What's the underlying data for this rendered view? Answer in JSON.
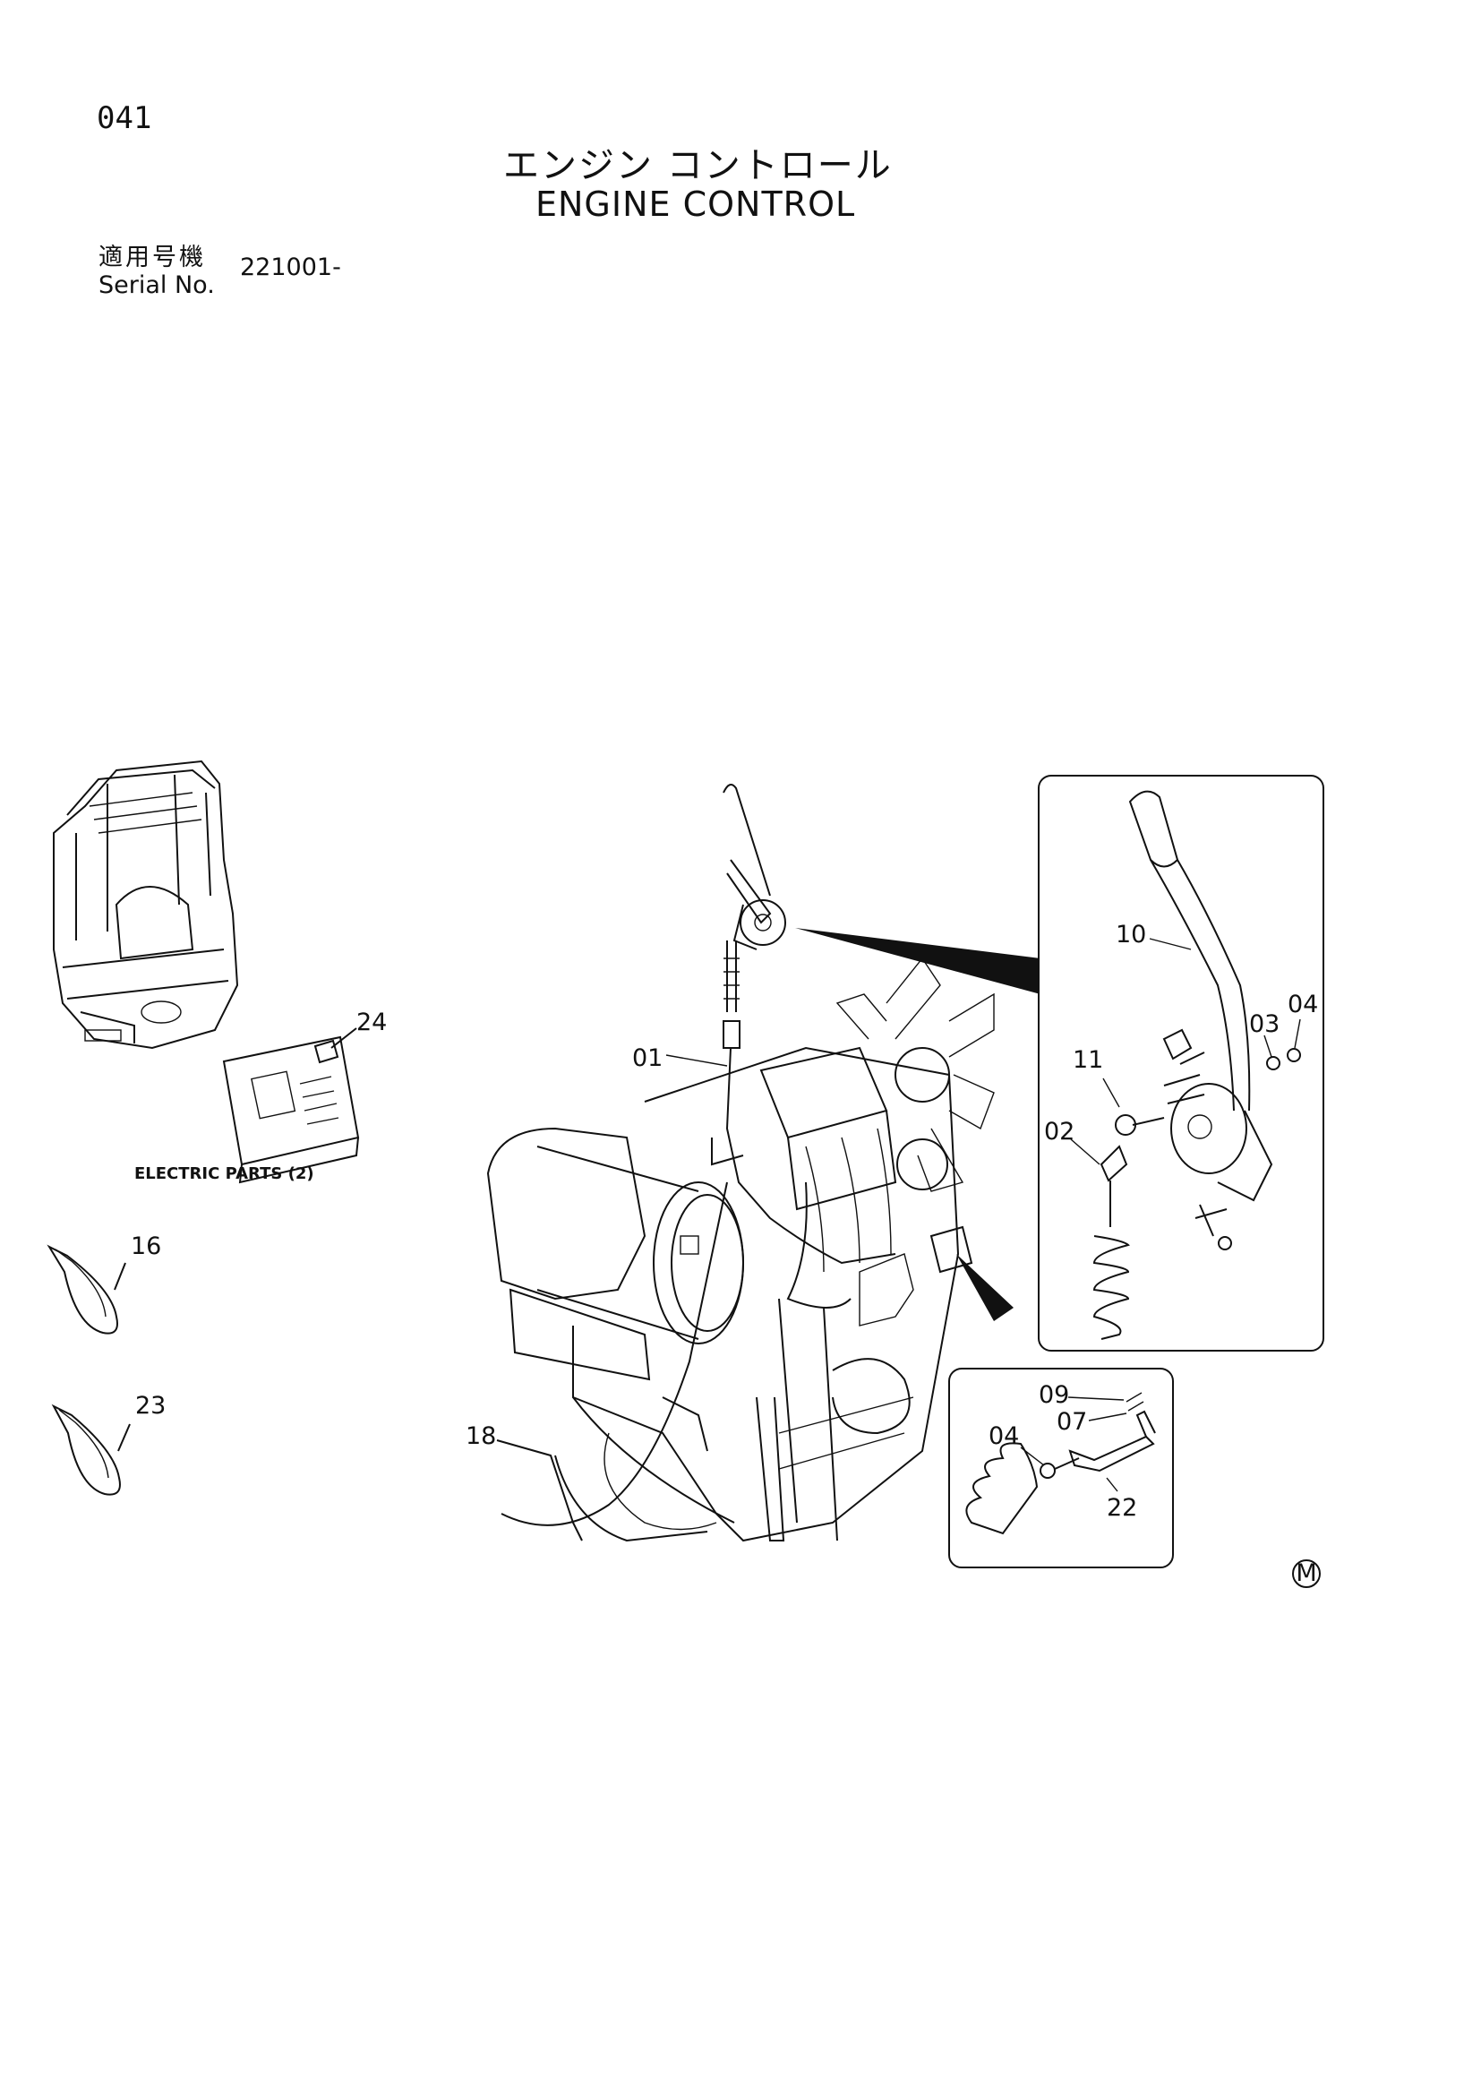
{
  "header": {
    "page_number": "041",
    "title_jp": "エンジン コントロール",
    "title_en": "ENGINE CONTROL",
    "serial_label_jp": "適用号機",
    "serial_label_en": "Serial No.",
    "serial_value": "221001-"
  },
  "callouts": {
    "c01": "01",
    "c02": "02",
    "c03": "03",
    "c04a": "04",
    "c04b": "04",
    "c07": "07",
    "c09": "09",
    "c10": "10",
    "c11": "11",
    "c16": "16",
    "c18": "18",
    "c22": "22",
    "c23": "23",
    "c24": "24"
  },
  "captions": {
    "electric_parts": "ELECTRIC PARTS (2)",
    "marker": "M"
  },
  "icons": [
    "excavator-cab-illustration",
    "monitor-panel-illustration",
    "cable-tie-icon",
    "engine-illustration",
    "throttle-lever-illustration",
    "cable-clamp-illustration"
  ]
}
